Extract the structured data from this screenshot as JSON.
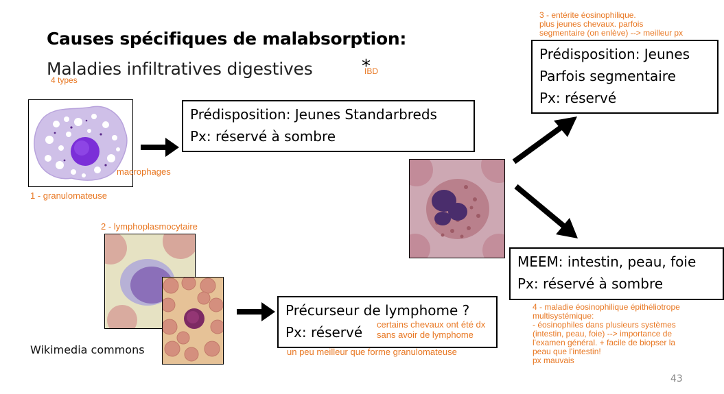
{
  "slide": {
    "title": "Causes spécifiques de malabsorption:",
    "subtitle": "Maladies infiltratives digestives",
    "asterisk": "*",
    "ibd_note": "IBD",
    "types_note": "4 types",
    "page_number": "43",
    "credit": "Wikimedia commons"
  },
  "granulomateuse": {
    "label": "1 - granulomateuse",
    "cell_note": "macrophages",
    "box_lines": [
      "Prédisposition: Jeunes Standarbreds",
      "Px: réservé à sombre"
    ]
  },
  "lymphoplasmocytaire": {
    "label": "2 - lymphoplasmocytaire",
    "box_lines": [
      "Précurseur de lymphome ?",
      "Px: réservé"
    ],
    "note_dx": [
      "certains chevaux ont été dx",
      "sans avoir de lymphome"
    ],
    "note_px": "un peu meilleur que forme granulomateuse"
  },
  "eosinophilique": {
    "note_lines": [
      "3 - entérite éosinophilique.",
      "plus jeunes chevaux. parfois",
      "segmentaire (on enlève) --> meilleur px"
    ],
    "box_lines": [
      "Prédisposition: Jeunes",
      "Parfois segmentaire",
      "Px: réservé"
    ]
  },
  "meem": {
    "box_lines": [
      "MEEM: intestin, peau, foie",
      "Px: réservé à sombre"
    ],
    "note_lines": [
      "4 - maladie éosinophilique épithéliotrope",
      "multisystémique:",
      "-  éosinophiles dans plusieurs systèmes",
      "(intestin, peau, foie) --> importance de",
      "l'examen général. + facile de biopser la",
      "peau que l'intestin!",
      "px mauvais"
    ]
  },
  "colors": {
    "annotation": "#e87722",
    "macrophage_bg": "#cbb8e6",
    "nucleus": "#7a2fd6",
    "rbc": "#c98a84"
  }
}
